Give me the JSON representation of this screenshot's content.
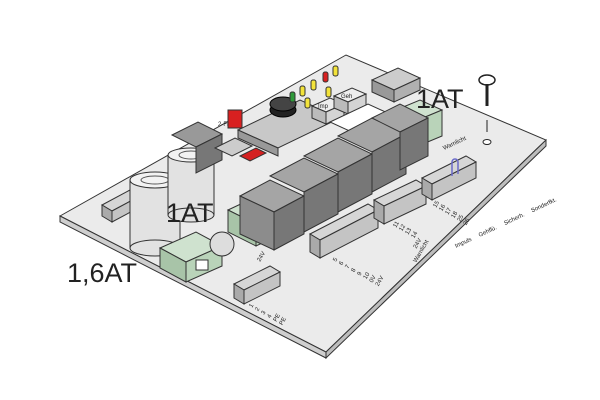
{
  "fuses": {
    "top": "1AT",
    "middle": "1AT",
    "left": "1,6AT"
  },
  "buttons": {
    "imp": "Imp",
    "geh": "Geh"
  },
  "board_labels": {
    "warnlicht": "Warnlicht",
    "v24": "24V",
    "f1": "2-Fl"
  },
  "terminals": {
    "block1": [
      "1",
      "2",
      "3",
      "4",
      "PE",
      "PE"
    ],
    "block2": [
      "5",
      "6",
      "7",
      "8",
      "9",
      "10",
      "0V",
      "24V"
    ],
    "block3": [
      "11",
      "12",
      "13",
      "14",
      "24V",
      "Warnlicht"
    ],
    "block4": [
      "15",
      "16",
      "17",
      "18",
      "25",
      "26",
      "Impuls",
      "Gehflü.",
      "Sicherh.",
      "Sonderfkt."
    ]
  },
  "colors": {
    "board": "#ebebeb",
    "relay": "#8c8c8c",
    "fuse_holder": "#b9d3b9",
    "led_yellow": "#f3e33a",
    "led_red": "#d82020",
    "led_green": "#2e9a3a",
    "jumper": "#d42020",
    "bridge": "#6a6ac8"
  }
}
